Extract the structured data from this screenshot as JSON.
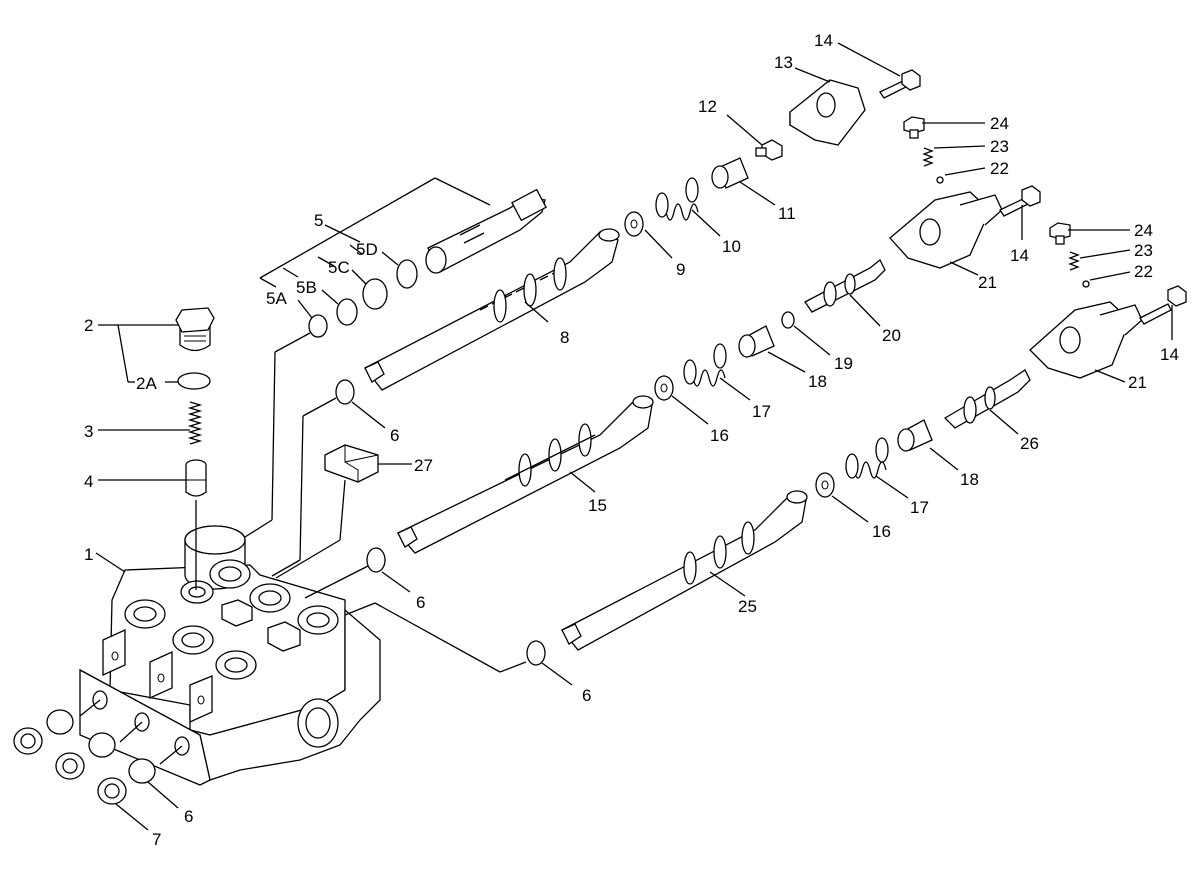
{
  "labels": {
    "l1": "1",
    "l2": "2",
    "l2a": "2A",
    "l3": "3",
    "l4": "4",
    "l5": "5",
    "l5a": "5A",
    "l5b": "5B",
    "l5c": "5C",
    "l5d": "5D",
    "l6a": "6",
    "l6b": "6",
    "l6c": "6",
    "l6d": "6",
    "l7": "7",
    "l8": "8",
    "l9": "9",
    "l10": "10",
    "l11": "11",
    "l12": "12",
    "l13": "13",
    "l14a": "14",
    "l14b": "14",
    "l14c": "14",
    "l15": "15",
    "l16a": "16",
    "l16b": "16",
    "l17a": "17",
    "l17b": "17",
    "l18a": "18",
    "l18b": "18",
    "l19": "19",
    "l20": "20",
    "l21a": "21",
    "l21b": "21",
    "l22a": "22",
    "l22b": "22",
    "l23a": "23",
    "l23b": "23",
    "l24a": "24",
    "l24b": "24",
    "l25": "25",
    "l26": "26",
    "l27": "27"
  }
}
